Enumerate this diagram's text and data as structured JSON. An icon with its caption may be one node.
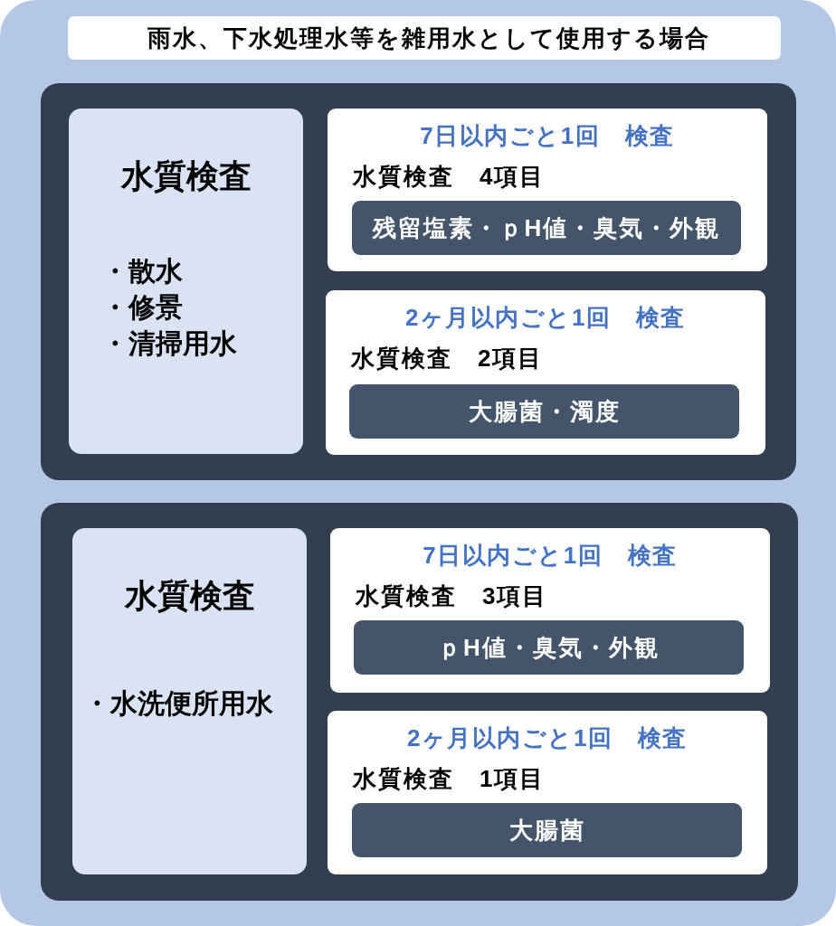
{
  "diagram": {
    "nodes": [
      {
        "text": [],
        "shape": "box"
      },
      {
        "text": [
          "雨水、下水処理水等を雑用水として使用する場合"
        ],
        "in": 0
      },
      {
        "text": [],
        "shape": "box",
        "in": 0
      },
      {
        "text": [
          "水質検査",
          "・散水",
          "・修景",
          "・清掃用水"
        ],
        "in": 2
      },
      {
        "text": [
          "7日以内ごと1回　検査",
          "水質検査　4項目"
        ],
        "in": 2
      },
      {
        "text": [
          "残留塩素・ｐH値・臭気・外観"
        ],
        "in": 4
      },
      {
        "text": [
          "2ヶ月以内ごと1回　検査",
          "水質検査　2項目"
        ],
        "in": 2
      },
      {
        "text": [
          "大腸菌・濁度"
        ],
        "in": 6
      },
      {
        "text": [],
        "shape": "box",
        "in": 0
      },
      {
        "text": [
          "水質検査",
          "・水洗便所用水"
        ],
        "in": 8
      },
      {
        "text": [
          "7日以内ごと1回　検査",
          "水質検査　3項目"
        ],
        "in": 8
      },
      {
        "text": [
          "ｐH値・臭気・外観"
        ],
        "in": 10
      },
      {
        "text": [
          "2ヶ月以内ごと1回　検査",
          "水質検査　1項目"
        ],
        "in": 8
      },
      {
        "text": [
          "大腸菌"
        ],
        "in": 12
      }
    ]
  }
}
